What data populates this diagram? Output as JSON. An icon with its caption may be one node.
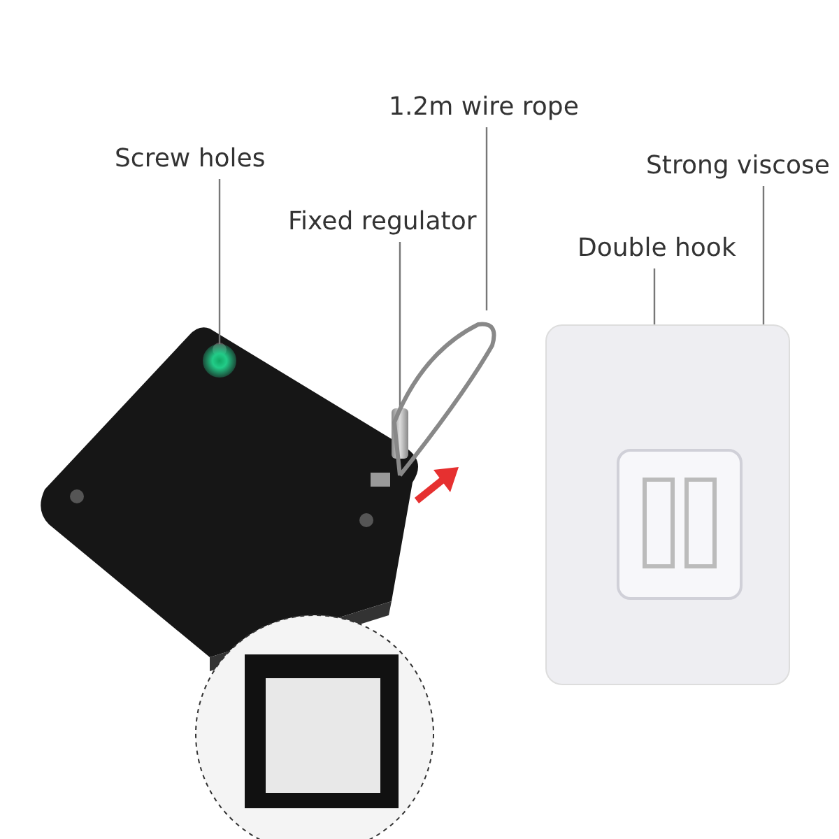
{
  "diagram": {
    "nodes": [
      {
        "text": [
          "Screw holes"
        ]
      },
      {
        "text": [
          "Fixed regulator"
        ]
      },
      {
        "text": [
          "1.2m wire rope"
        ]
      },
      {
        "text": [
          "Strong viscose"
        ]
      },
      {
        "text": [
          "Double hook"
        ]
      },
      {
        "text": [],
        "shape": "picture"
      },
      {
        "text": [],
        "shape": "picture"
      },
      {
        "text": [],
        "shape": "picture"
      },
      {
        "text": [],
        "shape": "picture"
      },
      {
        "text": [],
        "shape": "picture",
        "in": 8
      }
    ],
    "edges": [
      {
        "from": 0,
        "to": 5,
        "arrow": "none"
      },
      {
        "from": 1,
        "to": 6,
        "arrow": "none"
      },
      {
        "from": 2,
        "to": 7,
        "arrow": "none"
      },
      {
        "from": 3,
        "to": 8,
        "arrow": "none"
      },
      {
        "from": 4,
        "to": 9,
        "arrow": "none"
      }
    ]
  }
}
